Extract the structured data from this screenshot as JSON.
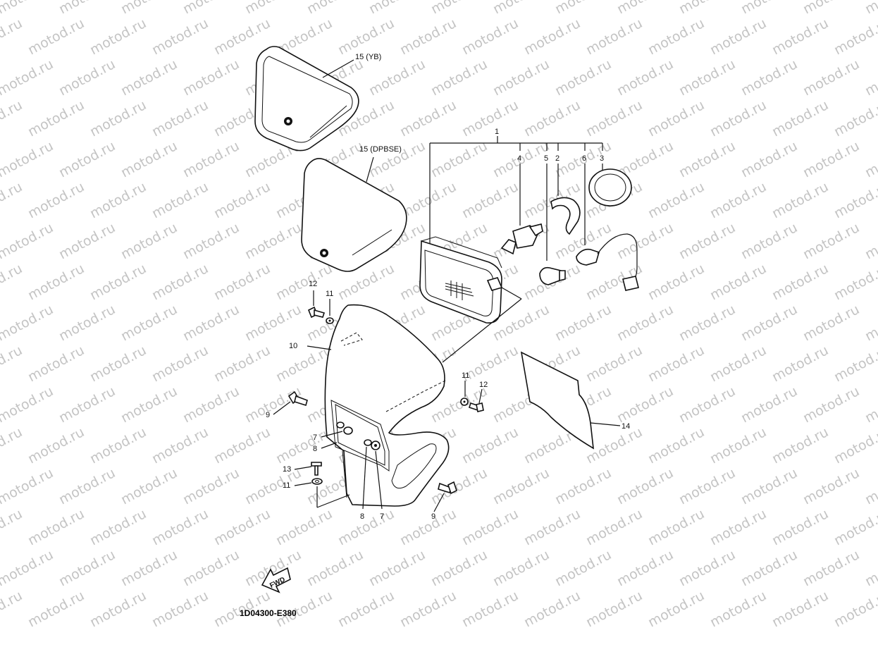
{
  "diagram": {
    "watermark": "motod.ru",
    "part_code": "1D04300-E380",
    "fwd_label": "FWD",
    "labels": {
      "lens_yb": "15 (YB)",
      "lens_dpbse": "15 (DPBSE)",
      "assy": "1",
      "socket_cover": "2",
      "cover": "3",
      "bulb": "4",
      "small_bulb": "5",
      "cord": "6",
      "grommet_l": "7",
      "grommet_b": "7",
      "collar_l": "8",
      "collar_b": "8",
      "bolt_l": "9",
      "bolt_b": "9",
      "body": "10",
      "washer_tl": "11",
      "washer_r": "11",
      "washer_bl": "11",
      "screw_tl": "12",
      "screw_r": "12",
      "screw_bl": "13",
      "plate": "14"
    }
  }
}
